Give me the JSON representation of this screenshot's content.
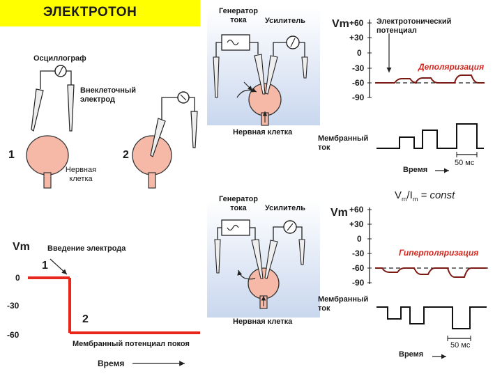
{
  "title": "ЭЛЕКТРОТОН",
  "left_top": {
    "oscilloscope_label": "Осциллограф",
    "electrode_label": "Внеклеточный электрод",
    "step1": "1",
    "step2": "2",
    "cell_label": "Нервная клетка"
  },
  "left_bottom": {
    "y_label": "Vm",
    "y_ticks": [
      "0",
      "-30",
      "-60"
    ],
    "insert_label": "Введение электрода",
    "step1": "1",
    "step2": "2",
    "rest_label": "Мембранный потенциал покоя",
    "x_label": "Время"
  },
  "center": {
    "generator_label": "Генератор тока",
    "amplifier_label": "Усилитель",
    "cell_label": "Нервная клетка"
  },
  "ratio": {
    "v": "V",
    "v_sub": "m",
    "slash": "/I",
    "i_sub": "m",
    "rest": " = const"
  },
  "right_top": {
    "y_label": "Vm",
    "y_ticks": [
      "+60",
      "+30",
      "0",
      "-30",
      "-60",
      "-90"
    ],
    "annotation": "Электротонический потенциал",
    "mode_label": "Деполяризация",
    "current_label": "Мембранный ток",
    "scale_label": "50 мс",
    "x_label": "Время"
  },
  "right_bottom": {
    "y_label": "Vm",
    "y_ticks": [
      "+60",
      "+30",
      "0",
      "-30",
      "-60",
      "-90"
    ],
    "mode_label": "Гиперполяризация",
    "current_label": "Мембранный ток",
    "scale_label": "50 мс",
    "x_label": "Время"
  },
  "colors": {
    "highlight": "#ffff00",
    "trace_red": "#e8261c",
    "mode_red": "#d4261e",
    "cell_fill": "#f6b9a8",
    "fluid_blue": "#cbd9ee"
  }
}
